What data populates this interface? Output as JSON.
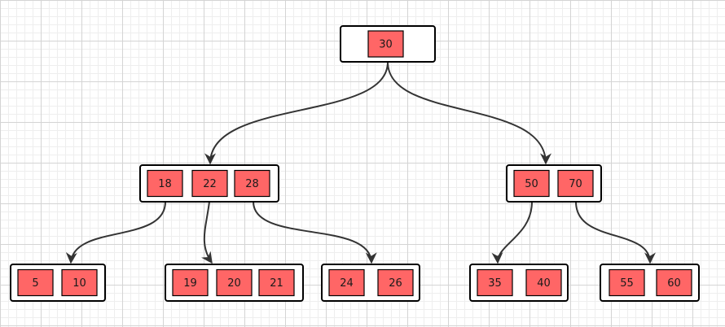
{
  "colors": {
    "key_fill": "#ff6666",
    "edge": "#333333"
  },
  "tree": {
    "root": {
      "keys": [
        "30"
      ]
    },
    "level1": [
      {
        "keys": [
          "18",
          "22",
          "28"
        ]
      },
      {
        "keys": [
          "50",
          "70"
        ]
      }
    ],
    "level2": [
      {
        "keys": [
          "5",
          "10"
        ]
      },
      {
        "keys": [
          "19",
          "20",
          "21"
        ]
      },
      {
        "keys": [
          "24",
          "26"
        ]
      },
      {
        "keys": [
          "35",
          "40"
        ]
      },
      {
        "keys": [
          "55",
          "60"
        ]
      }
    ]
  }
}
